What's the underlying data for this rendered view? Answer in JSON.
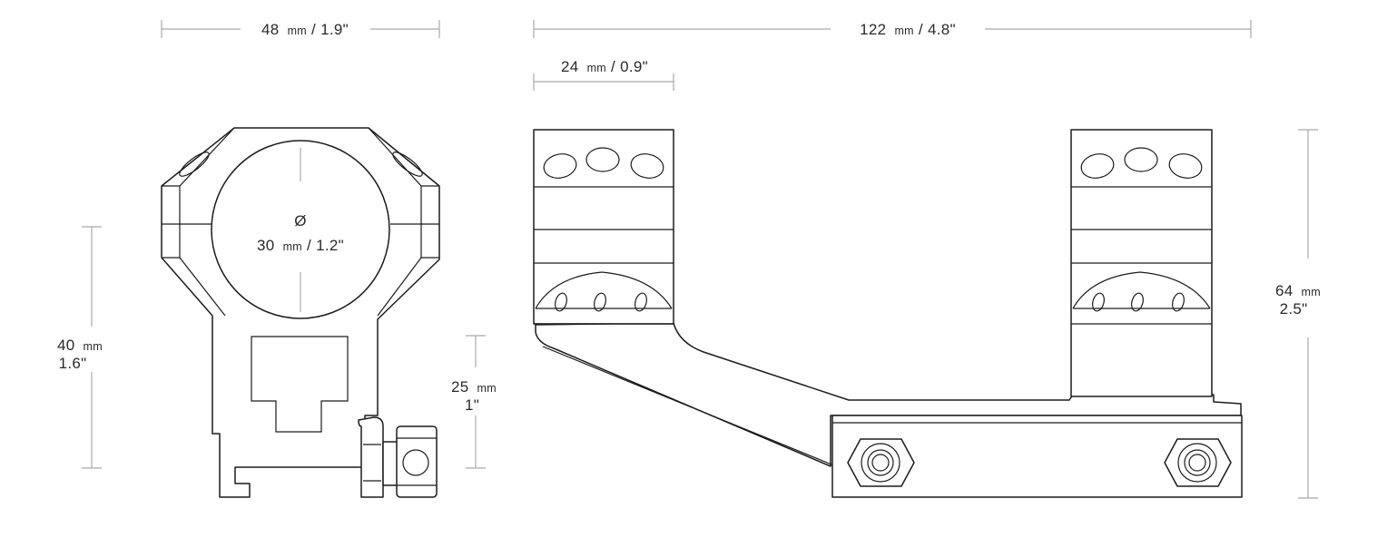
{
  "dimensions": {
    "ring_width": {
      "value": "48",
      "unit": "mm",
      "imperial": "1.9\""
    },
    "mount_length": {
      "value": "122",
      "unit": "mm",
      "imperial": "4.8\""
    },
    "ring_spacing": {
      "value": "24",
      "unit": "mm",
      "imperial": "0.9\""
    },
    "ring_diameter": {
      "symbol": "Ø",
      "value": "30",
      "unit": "mm",
      "imperial": "1.2\""
    },
    "center_height": {
      "value": "40",
      "unit": "mm",
      "imperial": "1.6\""
    },
    "base_height": {
      "value": "25",
      "unit": "mm",
      "imperial": "1\""
    },
    "total_height": {
      "value": "64",
      "unit": "mm",
      "imperial": "2.5\""
    }
  },
  "colors": {
    "line": "#1c1c1c",
    "dimension": "#a9a9a9",
    "text": "#2a2a2a"
  }
}
